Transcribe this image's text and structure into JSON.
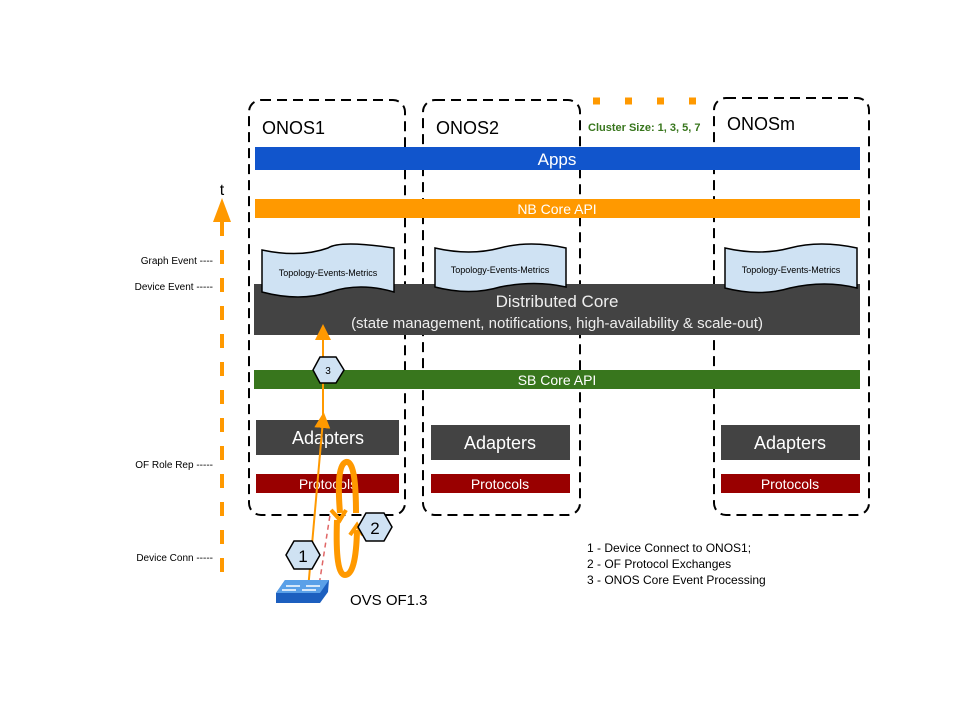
{
  "nodes": [
    {
      "name": "ONOS1",
      "tape": "Topology-Events-Metrics",
      "adapters": "Adapters",
      "protocols": "Protocols"
    },
    {
      "name": "ONOS2",
      "tape": "Topology-Events-Metrics",
      "adapters": "Adapters",
      "protocols": "Protocols"
    },
    {
      "name": "ONOSm",
      "tape": "Topology-Events-Metrics",
      "adapters": "Adapters",
      "protocols": "Protocols"
    }
  ],
  "cluster_size": "Cluster Size: 1, 3, 5, 7",
  "layers": {
    "apps": "Apps",
    "nb_api": "NB Core API",
    "core_title": "Distributed Core",
    "core_subtitle": "(state management, notifications, high-availability & scale-out)",
    "sb_api": "SB Core API"
  },
  "timeline": {
    "axis_label": "t",
    "events": [
      "Graph Event ----",
      "Device Event -----",
      "OF Role Rep -----",
      "Device Conn -----"
    ]
  },
  "steps": [
    "1",
    "2",
    "3"
  ],
  "switch_label": "OVS OF1.3",
  "legend": [
    "1 - Device Connect to ONOS1;",
    "2 - OF Protocol Exchanges",
    "3 - ONOS Core Event Processing"
  ],
  "colors": {
    "apps": "#1155cc",
    "nb": "#ff9900",
    "core": "#434343",
    "sb": "#38761d",
    "protocols": "#990000",
    "tape": "#cfe2f3",
    "cluster": "#38761d"
  }
}
